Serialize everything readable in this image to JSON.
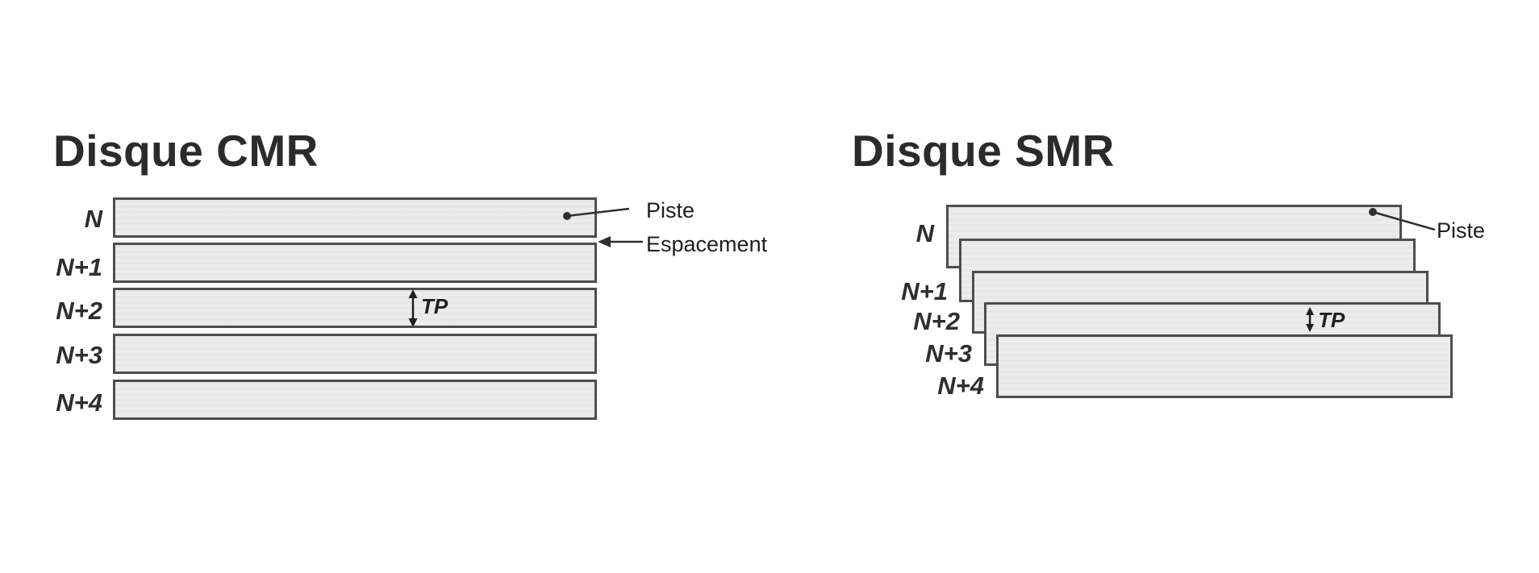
{
  "figure": {
    "cmr": {
      "title": "Disque CMR",
      "track_labels": [
        "N",
        "N+1",
        "N+2",
        "N+3",
        "N+4"
      ],
      "annotations": {
        "piste": "Piste",
        "espacement": "Espacement",
        "tp": "TP"
      }
    },
    "smr": {
      "title": "Disque SMR",
      "track_labels": [
        "N",
        "N+1",
        "N+2",
        "N+3",
        "N+4"
      ],
      "annotations": {
        "piste": "Piste",
        "tp": "TP"
      }
    },
    "colors": {
      "background": "#ffffff",
      "track_fill": "#ececec",
      "track_border": "#4d4d4d",
      "title_text": "#2b2b2b",
      "label_text": "#2e2e2e",
      "annotation_text": "#1f1f1f",
      "callout_line": "#2f2f2f"
    }
  }
}
